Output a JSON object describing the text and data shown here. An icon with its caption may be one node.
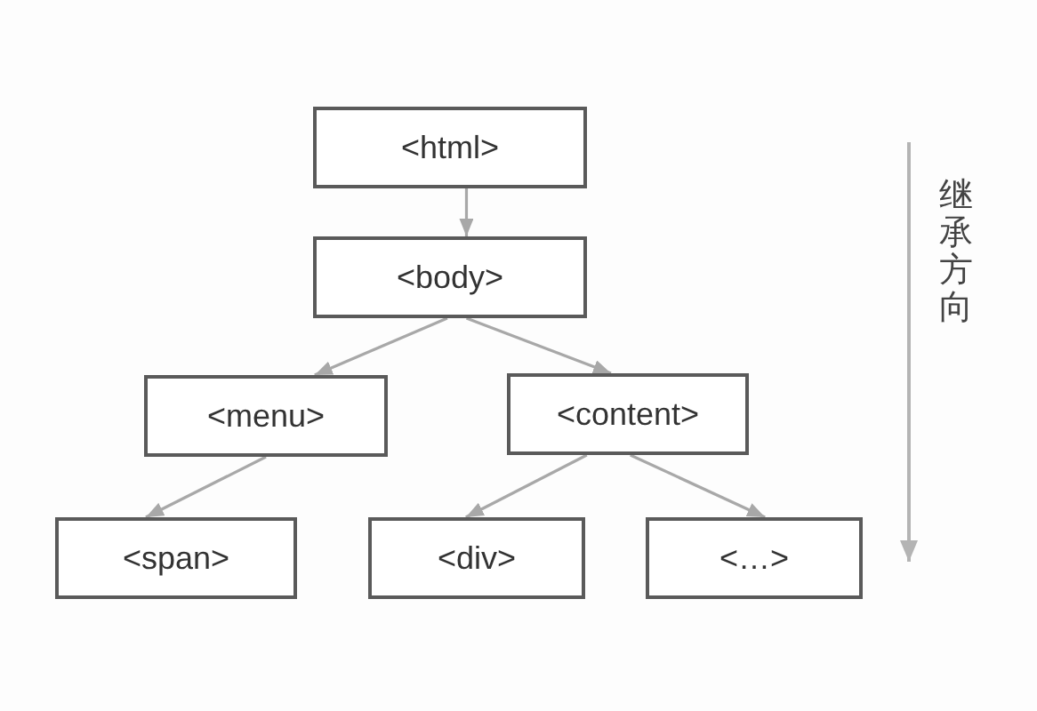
{
  "diagram": {
    "nodes": [
      {
        "text": [
          "<html>"
        ]
      },
      {
        "text": [
          "<body>"
        ]
      },
      {
        "text": [
          "<menu>"
        ]
      },
      {
        "text": [
          "<content>"
        ]
      },
      {
        "text": [
          "<span>"
        ]
      },
      {
        "text": [
          "<div>"
        ]
      },
      {
        "text": [
          "<…>"
        ]
      }
    ],
    "edges": [
      {
        "from": 0,
        "to": 1,
        "arrow": "to"
      },
      {
        "from": 1,
        "to": 2,
        "arrow": "to"
      },
      {
        "from": 1,
        "to": 3,
        "arrow": "to"
      },
      {
        "from": 2,
        "to": 4,
        "arrow": "to"
      },
      {
        "from": 3,
        "to": 5,
        "arrow": "to"
      },
      {
        "from": 3,
        "to": 6,
        "arrow": "to"
      }
    ],
    "labels": [
      "继承方向"
    ]
  }
}
